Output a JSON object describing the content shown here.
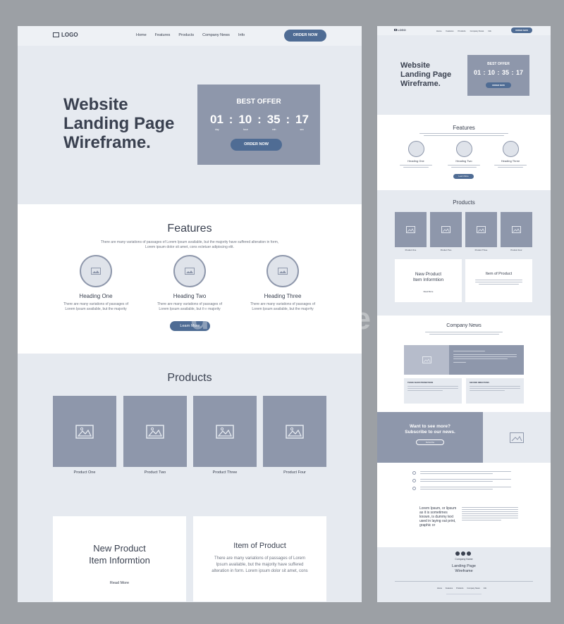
{
  "left": {
    "header": {
      "logo": "LOGO",
      "nav": [
        "Home",
        "Features",
        "Products",
        "Company News",
        "Info"
      ],
      "order_label": "ORDER NOW"
    },
    "hero": {
      "title_lines": [
        "Website",
        "Landing Page",
        "Wireframe."
      ],
      "offer_title": "BEST OFFER",
      "countdown": [
        "01",
        "10",
        "35",
        "17"
      ],
      "separator": ":",
      "unit_labels": [
        "day",
        "hour",
        "min",
        "sec"
      ],
      "order_label": "ORDER NOW"
    },
    "features": {
      "title": "Features",
      "intro": "There are many variations of passages of Lorem Ipsum available, but the majority have suffered alteration in form, Lorem ipsum dolor sit amet, cons ectetuer adipiscing elit.",
      "items": [
        {
          "heading": "Heading One",
          "text": "There are many variations of passages of Lorem Ipsum available, but the majority"
        },
        {
          "heading": "Heading Two",
          "text": "There are many variations of passages of Lorem Ipsum available, but the majority"
        },
        {
          "heading": "Heading Three",
          "text": "There are many variations of passages of Lorem Ipsum available, but the majority"
        }
      ],
      "learn_more": "Learn More"
    },
    "products": {
      "title": "Products",
      "items": [
        "Product One",
        "Product Two",
        "Product Three",
        "Product Four"
      ],
      "info_card": {
        "title_lines": [
          "New Product",
          "Item Informtion"
        ],
        "link": "Read More"
      },
      "item_card": {
        "title": "Item of Product",
        "text": "There are many variations of passages of Lorem Ipsum available, but the majority have suffered alteration in form. Lorem ipsum dolor sit amet, cons"
      }
    }
  },
  "right": {
    "header": {
      "logo": "LOGO",
      "nav": [
        "Home",
        "Features",
        "Products",
        "Company News",
        "Info"
      ],
      "order_label": "ORDER NOW"
    },
    "hero": {
      "title_lines": [
        "Website",
        "Landing Page",
        "Wireframe."
      ],
      "offer_title": "BEST OFFER",
      "countdown": [
        "01",
        "10",
        "35",
        "17"
      ],
      "separator": ":",
      "order_label": "ORDER NOW"
    },
    "features": {
      "title": "Features",
      "headings": [
        "Heading One",
        "Heading Two",
        "Heading Three"
      ],
      "learn_more": "Learn More"
    },
    "products": {
      "title": "Products",
      "items": [
        "Product One",
        "Product Two",
        "Product Three",
        "Product Four"
      ],
      "info_title_lines": [
        "New Product",
        "Item Informtion"
      ],
      "info_link": "Read More",
      "item_title": "Item of Product"
    },
    "news": {
      "title": "Company News",
      "cards": [
        "TRADE SHOW PROMOTIONS",
        "SECOND DIRECTIONS"
      ]
    },
    "subscribe": {
      "title_lines": [
        "Want to see more?",
        "Subscribe to our news."
      ],
      "button": "Subscribe"
    },
    "quote": "Lorem Ipsum, or lipsum as it is sometimes known, is dummy text used in laying out print, graphic or",
    "footer": {
      "company": "Company Name",
      "tagline_lines": [
        "Landing Page",
        "Wireframe"
      ],
      "nav": [
        "Home",
        "Features",
        "Products",
        "Company News",
        "Info"
      ]
    }
  },
  "watermark": "dreamstime"
}
